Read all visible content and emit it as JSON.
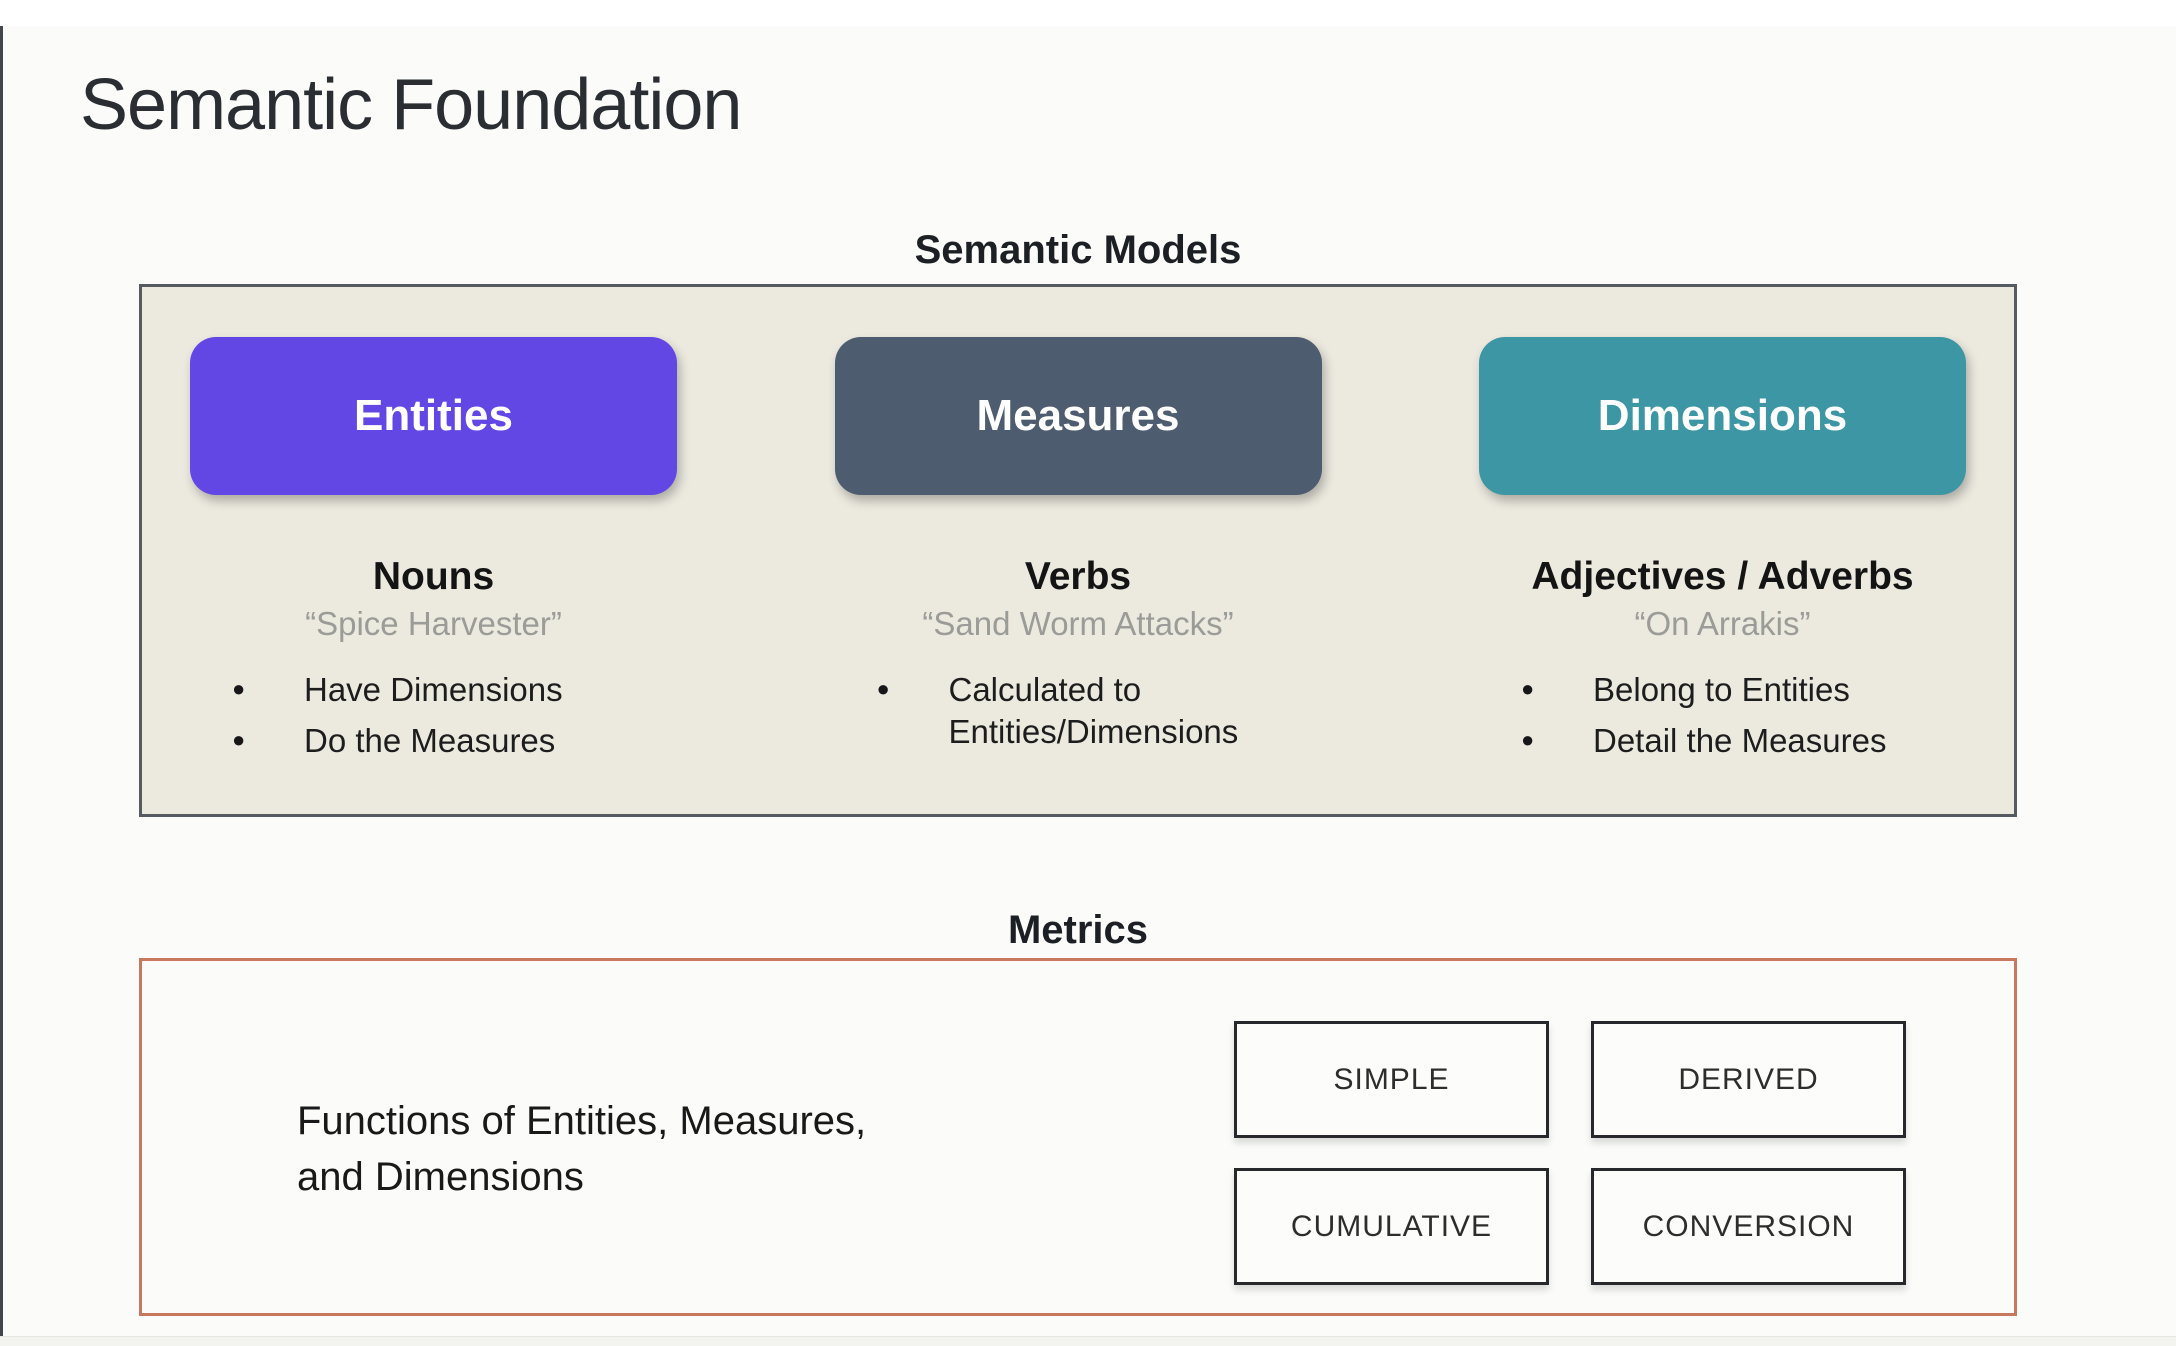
{
  "title": "Semantic Foundation",
  "colors": {
    "entities_button": "#6347E4",
    "measures_button": "#4E5C6F",
    "dimensions_button": "#3D96A4",
    "models_panel_background": "#ECEADF",
    "metrics_panel_border": "#C8795D"
  },
  "semantic_models": {
    "heading": "Semantic Models",
    "columns": [
      {
        "button": "Entities",
        "role": "Nouns",
        "example": "“Spice Harvester”",
        "bullets": [
          "Have Dimensions",
          "Do the Measures"
        ]
      },
      {
        "button": "Measures",
        "role": "Verbs",
        "example": "“Sand Worm Attacks”",
        "bullets": [
          "Calculated to Entities/Dimensions"
        ]
      },
      {
        "button": "Dimensions",
        "role": "Adjectives / Adverbs",
        "example": "“On Arrakis”",
        "bullets": [
          "Belong to Entities",
          "Detail the Measures"
        ]
      }
    ]
  },
  "metrics": {
    "heading": "Metrics",
    "description": "Functions of Entities, Measures, and Dimensions",
    "types": [
      "SIMPLE",
      "DERIVED",
      "CUMULATIVE",
      "CONVERSION"
    ]
  }
}
